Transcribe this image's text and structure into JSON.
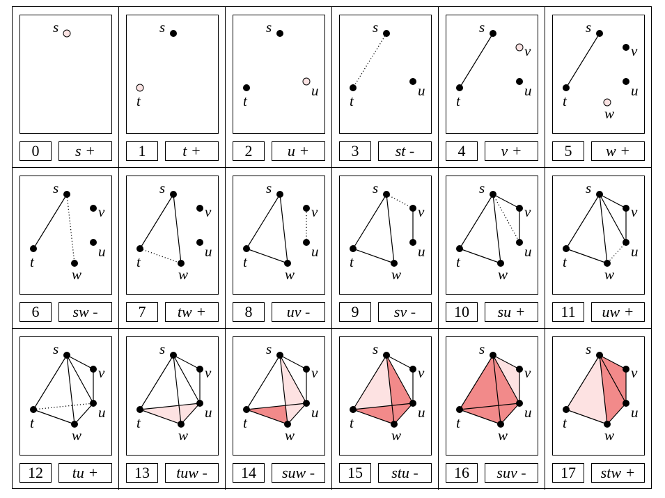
{
  "colors": {
    "light_pink": "#fde2e2",
    "medium_pink": "#fbb5b5",
    "strong_pink": "#f28a8a",
    "new_vertex_fill": "#fbe3e3",
    "stroke": "#000000"
  },
  "vertex_labels": {
    "s": "s",
    "t": "t",
    "u": "u",
    "v": "v",
    "w": "w"
  },
  "frames": [
    {
      "index": "0",
      "action": "s +",
      "vertices": [],
      "new_vertex": "s",
      "edges": [],
      "new_edge": null,
      "triangles": []
    },
    {
      "index": "1",
      "action": "t +",
      "vertices": [
        "s"
      ],
      "new_vertex": "t",
      "edges": [],
      "new_edge": null,
      "triangles": []
    },
    {
      "index": "2",
      "action": "u +",
      "vertices": [
        "s",
        "t"
      ],
      "new_vertex": "u",
      "edges": [],
      "new_edge": null,
      "triangles": []
    },
    {
      "index": "3",
      "action": "st -",
      "vertices": [
        "s",
        "t",
        "u"
      ],
      "new_vertex": null,
      "edges": [],
      "new_edge": [
        "s",
        "t"
      ],
      "triangles": []
    },
    {
      "index": "4",
      "action": "v +",
      "vertices": [
        "s",
        "t",
        "u"
      ],
      "new_vertex": "v",
      "edges": [
        [
          "s",
          "t"
        ]
      ],
      "new_edge": null,
      "triangles": []
    },
    {
      "index": "5",
      "action": "w +",
      "vertices": [
        "s",
        "t",
        "u",
        "v"
      ],
      "new_vertex": "w",
      "edges": [
        [
          "s",
          "t"
        ]
      ],
      "new_edge": null,
      "triangles": []
    },
    {
      "index": "6",
      "action": "sw -",
      "vertices": [
        "s",
        "t",
        "u",
        "v",
        "w"
      ],
      "new_vertex": null,
      "edges": [
        [
          "s",
          "t"
        ]
      ],
      "new_edge": [
        "s",
        "w"
      ],
      "triangles": []
    },
    {
      "index": "7",
      "action": "tw +",
      "vertices": [
        "s",
        "t",
        "u",
        "v",
        "w"
      ],
      "new_vertex": null,
      "edges": [
        [
          "s",
          "t"
        ],
        [
          "s",
          "w"
        ]
      ],
      "new_edge": [
        "t",
        "w"
      ],
      "triangles": []
    },
    {
      "index": "8",
      "action": "uv -",
      "vertices": [
        "s",
        "t",
        "u",
        "v",
        "w"
      ],
      "new_vertex": null,
      "edges": [
        [
          "s",
          "t"
        ],
        [
          "s",
          "w"
        ],
        [
          "t",
          "w"
        ]
      ],
      "new_edge": [
        "u",
        "v"
      ],
      "triangles": []
    },
    {
      "index": "9",
      "action": "sv -",
      "vertices": [
        "s",
        "t",
        "u",
        "v",
        "w"
      ],
      "new_vertex": null,
      "edges": [
        [
          "s",
          "t"
        ],
        [
          "s",
          "w"
        ],
        [
          "t",
          "w"
        ],
        [
          "u",
          "v"
        ]
      ],
      "new_edge": [
        "s",
        "v"
      ],
      "triangles": []
    },
    {
      "index": "10",
      "action": "su +",
      "vertices": [
        "s",
        "t",
        "u",
        "v",
        "w"
      ],
      "new_vertex": null,
      "edges": [
        [
          "s",
          "t"
        ],
        [
          "s",
          "w"
        ],
        [
          "t",
          "w"
        ],
        [
          "u",
          "v"
        ],
        [
          "s",
          "v"
        ]
      ],
      "new_edge": [
        "s",
        "u"
      ],
      "triangles": []
    },
    {
      "index": "11",
      "action": "uw +",
      "vertices": [
        "s",
        "t",
        "u",
        "v",
        "w"
      ],
      "new_vertex": null,
      "edges": [
        [
          "s",
          "t"
        ],
        [
          "s",
          "w"
        ],
        [
          "t",
          "w"
        ],
        [
          "u",
          "v"
        ],
        [
          "s",
          "v"
        ],
        [
          "s",
          "u"
        ]
      ],
      "new_edge": [
        "u",
        "w"
      ],
      "triangles": []
    },
    {
      "index": "12",
      "action": "tu +",
      "vertices": [
        "s",
        "t",
        "u",
        "v",
        "w"
      ],
      "new_vertex": null,
      "edges": [
        [
          "s",
          "t"
        ],
        [
          "s",
          "w"
        ],
        [
          "t",
          "w"
        ],
        [
          "u",
          "v"
        ],
        [
          "s",
          "v"
        ],
        [
          "s",
          "u"
        ],
        [
          "u",
          "w"
        ]
      ],
      "new_edge": [
        "t",
        "u"
      ],
      "triangles": []
    },
    {
      "index": "13",
      "action": "tuw -",
      "vertices": [
        "s",
        "t",
        "u",
        "v",
        "w"
      ],
      "new_vertex": null,
      "edges": [
        [
          "s",
          "t"
        ],
        [
          "s",
          "w"
        ],
        [
          "t",
          "w"
        ],
        [
          "u",
          "v"
        ],
        [
          "s",
          "v"
        ],
        [
          "s",
          "u"
        ],
        [
          "u",
          "w"
        ],
        [
          "t",
          "u"
        ]
      ],
      "new_edge": null,
      "triangles": [
        {
          "v": [
            "t",
            "u",
            "w"
          ],
          "tone": "light_pink"
        }
      ]
    },
    {
      "index": "14",
      "action": "suw -",
      "vertices": [
        "s",
        "t",
        "u",
        "v",
        "w"
      ],
      "new_vertex": null,
      "edges": [
        [
          "s",
          "t"
        ],
        [
          "s",
          "w"
        ],
        [
          "t",
          "w"
        ],
        [
          "u",
          "v"
        ],
        [
          "s",
          "v"
        ],
        [
          "s",
          "u"
        ],
        [
          "u",
          "w"
        ],
        [
          "t",
          "u"
        ]
      ],
      "new_edge": null,
      "triangles": [
        {
          "v": [
            "t",
            "u",
            "w"
          ],
          "tone": "strong_pink"
        },
        {
          "v": [
            "s",
            "u",
            "w"
          ],
          "tone": "light_pink"
        }
      ]
    },
    {
      "index": "15",
      "action": "stu -",
      "vertices": [
        "s",
        "t",
        "u",
        "v",
        "w"
      ],
      "new_vertex": null,
      "edges": [
        [
          "s",
          "t"
        ],
        [
          "s",
          "w"
        ],
        [
          "t",
          "w"
        ],
        [
          "u",
          "v"
        ],
        [
          "s",
          "v"
        ],
        [
          "s",
          "u"
        ],
        [
          "u",
          "w"
        ],
        [
          "t",
          "u"
        ]
      ],
      "new_edge": null,
      "triangles": [
        {
          "v": [
            "s",
            "t",
            "u"
          ],
          "tone": "light_pink"
        },
        {
          "v": [
            "t",
            "u",
            "w"
          ],
          "tone": "strong_pink"
        },
        {
          "v": [
            "s",
            "u",
            "w"
          ],
          "tone": "strong_pink"
        }
      ]
    },
    {
      "index": "16",
      "action": "suv -",
      "vertices": [
        "s",
        "t",
        "u",
        "v",
        "w"
      ],
      "new_vertex": null,
      "edges": [
        [
          "s",
          "t"
        ],
        [
          "s",
          "w"
        ],
        [
          "t",
          "w"
        ],
        [
          "u",
          "v"
        ],
        [
          "s",
          "v"
        ],
        [
          "s",
          "u"
        ],
        [
          "u",
          "w"
        ],
        [
          "t",
          "u"
        ]
      ],
      "new_edge": null,
      "triangles": [
        {
          "v": [
            "s",
            "t",
            "u"
          ],
          "tone": "strong_pink"
        },
        {
          "v": [
            "t",
            "u",
            "w"
          ],
          "tone": "strong_pink"
        },
        {
          "v": [
            "s",
            "u",
            "w"
          ],
          "tone": "strong_pink"
        },
        {
          "v": [
            "s",
            "u",
            "v"
          ],
          "tone": "light_pink"
        }
      ]
    },
    {
      "index": "17",
      "action": "stw +",
      "vertices": [
        "s",
        "t",
        "u",
        "v",
        "w"
      ],
      "new_vertex": null,
      "edges": [
        [
          "s",
          "t"
        ],
        [
          "s",
          "w"
        ],
        [
          "t",
          "w"
        ],
        [
          "u",
          "v"
        ],
        [
          "s",
          "v"
        ],
        [
          "s",
          "u"
        ],
        [
          "u",
          "w"
        ]
      ],
      "new_edge": null,
      "triangles": [
        {
          "v": [
            "s",
            "t",
            "w"
          ],
          "tone": "light_pink"
        },
        {
          "v": [
            "s",
            "u",
            "w"
          ],
          "tone": "strong_pink"
        },
        {
          "v": [
            "s",
            "u",
            "v"
          ],
          "tone": "strong_pink"
        }
      ]
    }
  ]
}
